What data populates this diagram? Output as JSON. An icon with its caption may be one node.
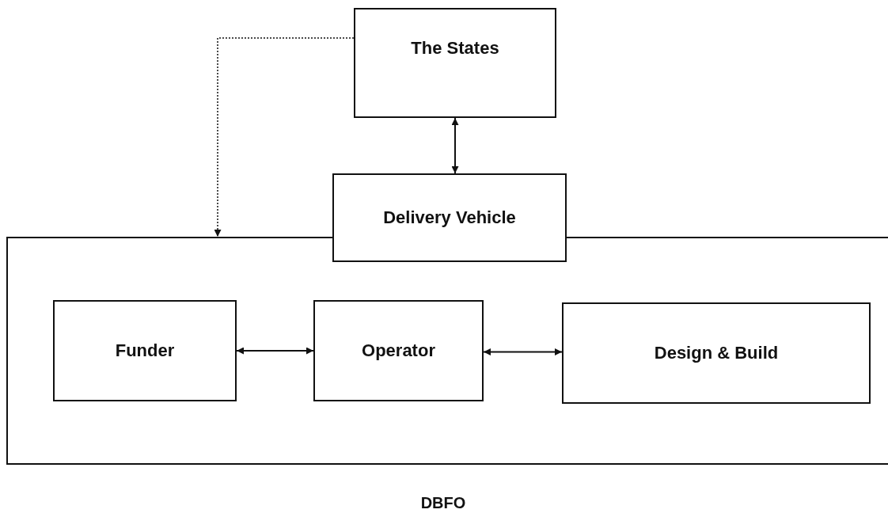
{
  "diagram": {
    "nodes": [
      {
        "text": [
          "The States"
        ]
      },
      {
        "text": [
          "Delivery Vehicle"
        ]
      },
      {
        "text": [],
        "shape": "box",
        "beside": [
          "DBFO"
        ]
      },
      {
        "text": [
          "Funder"
        ],
        "in": 2
      },
      {
        "text": [
          "Operator"
        ],
        "in": 2
      },
      {
        "text": [
          "Design & Build"
        ],
        "in": 2
      }
    ],
    "edges": [
      {
        "from": 0,
        "to": 1,
        "arrow": "both"
      },
      {
        "from": 0,
        "to": 2,
        "arrow": "to",
        "style": "dashed"
      },
      {
        "from": 3,
        "to": 4,
        "arrow": "both"
      },
      {
        "from": 4,
        "to": 5,
        "arrow": "both"
      }
    ]
  }
}
